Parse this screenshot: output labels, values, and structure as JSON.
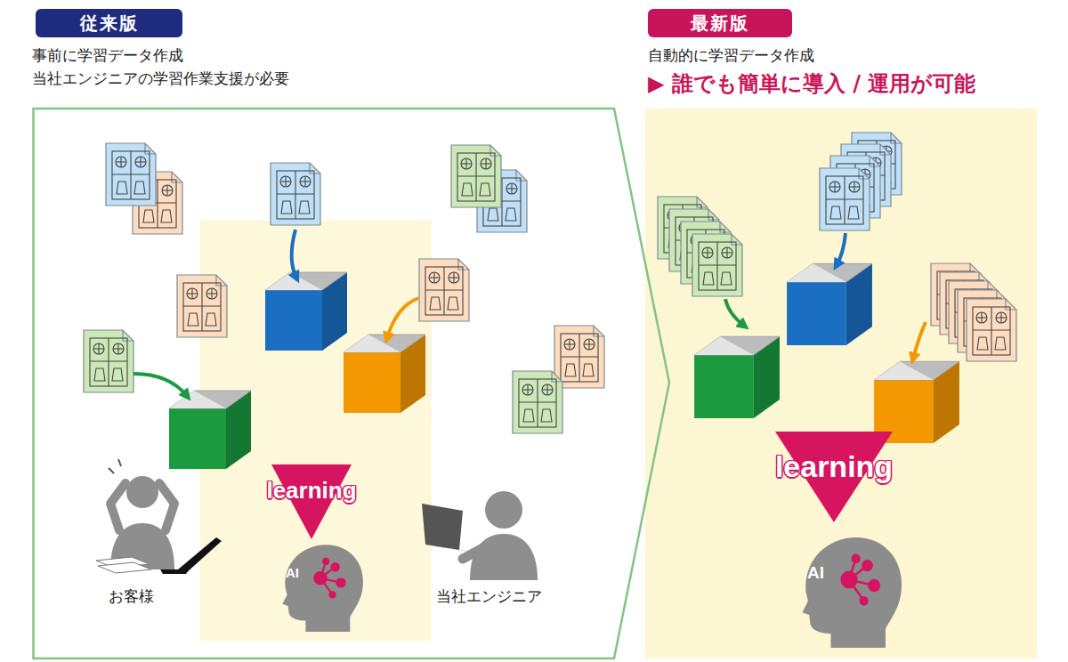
{
  "diagram": {
    "nodes": [
      {
        "text": [
          "従来版"
        ]
      },
      {
        "text": [
          "事前に学習データ作成",
          "当社エンジニアの学習作業支援が必要"
        ]
      },
      {
        "text": [
          "learning"
        ],
        "in": 1
      },
      {
        "text": [
          "AI"
        ],
        "in": 1
      },
      {
        "text": [
          "最新版"
        ]
      },
      {
        "text": [
          "自動的に学習データ作成",
          "▶ 誰でも簡単に導入 / 運用が可能"
        ]
      },
      {
        "text": [
          "learning"
        ],
        "in": 5
      },
      {
        "text": [
          "AI"
        ],
        "in": 5
      }
    ],
    "labels": [
      "お客様",
      "当社エンジニア"
    ]
  }
}
